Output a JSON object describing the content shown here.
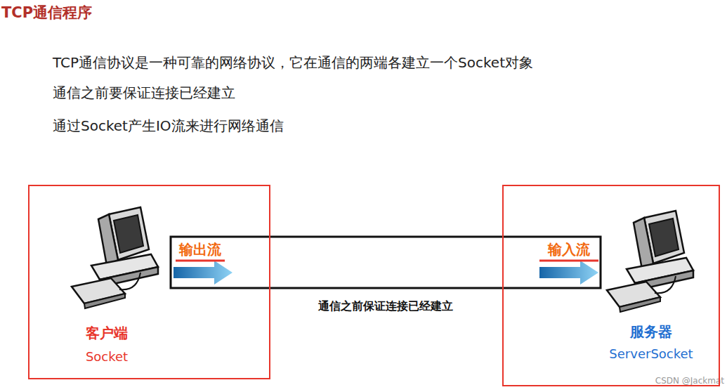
{
  "diagram": {
    "title": "TCP通信程序",
    "nodes": [
      {
        "text": [
          "客户端",
          "Socket"
        ]
      },
      {
        "text": [
          "服务器",
          "ServerSocket"
        ]
      }
    ],
    "edges": [
      {
        "from": 0,
        "to": 1,
        "arrow": "none",
        "label": "通信之前保证连接已经建立"
      }
    ],
    "labels": [
      "TCP通信协议是一种可靠的网络协议，它在通信的两端各建立一个Socket对象",
      "通信之前要保证连接已经建立",
      "通过Socket产生IO流来进行网络通信",
      "输出流",
      "输入流",
      "CSDN @Jackmat"
    ]
  }
}
